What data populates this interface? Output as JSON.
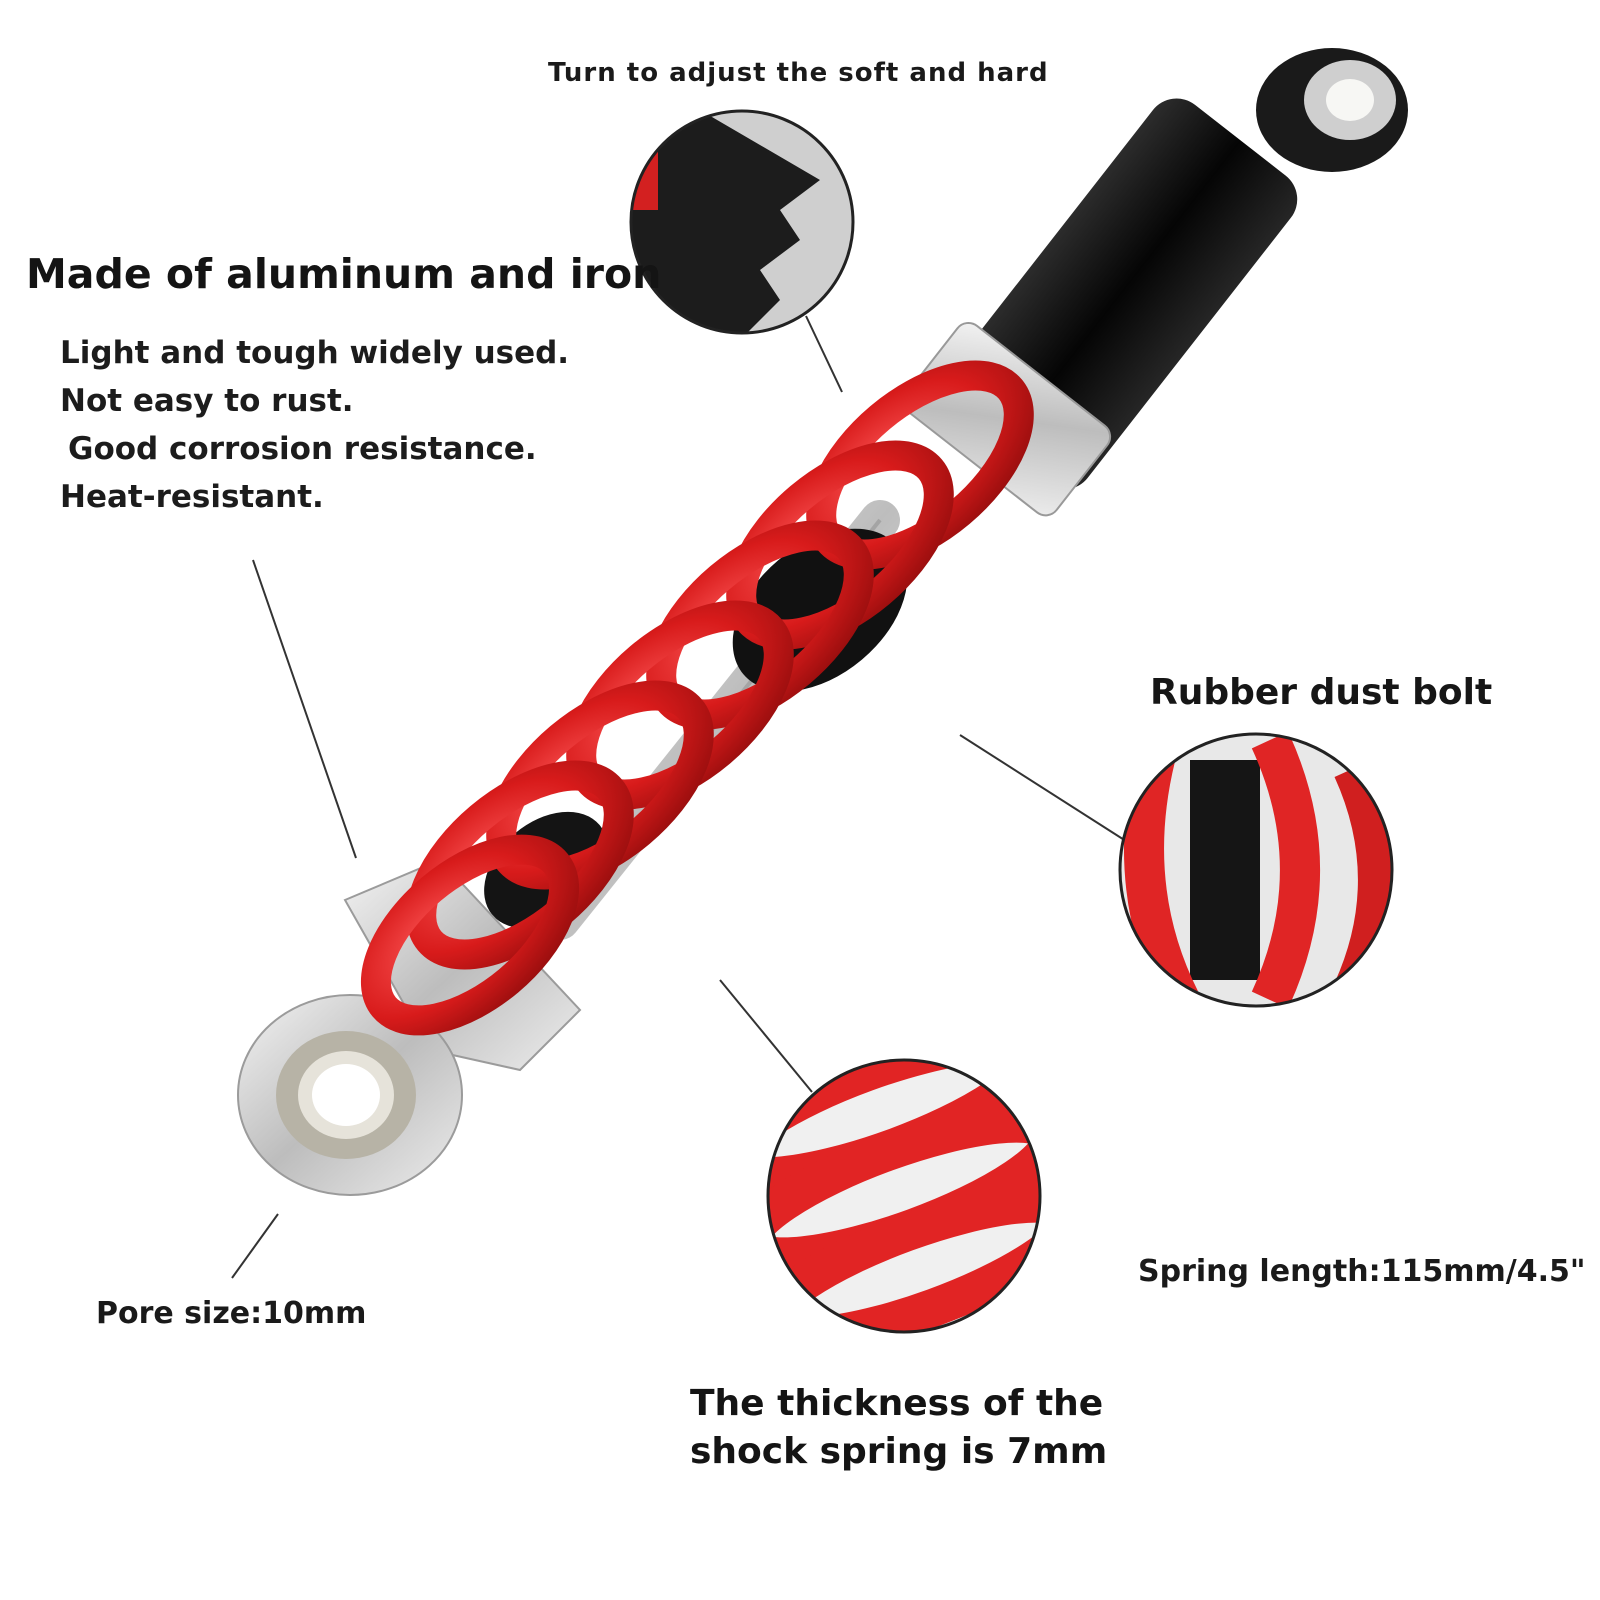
{
  "callouts": {
    "adjust": "Turn to adjust the soft and hard",
    "headline": "Made of aluminum and iron",
    "features": [
      "Light and tough widely used.",
      "Not easy to rust.",
      "Good corrosion resistance.",
      "Heat-resistant."
    ],
    "rubber": "Rubber dust bolt",
    "spring_length": "Spring length:115mm/4.5\"",
    "pore_size": "Pore size:10mm",
    "thickness_line1": "The thickness of the",
    "thickness_line2": "shock spring is 7mm"
  },
  "colors": {
    "spring_red": "#d91f1f",
    "body_black": "#111111",
    "chrome": "#d8d8d8"
  }
}
